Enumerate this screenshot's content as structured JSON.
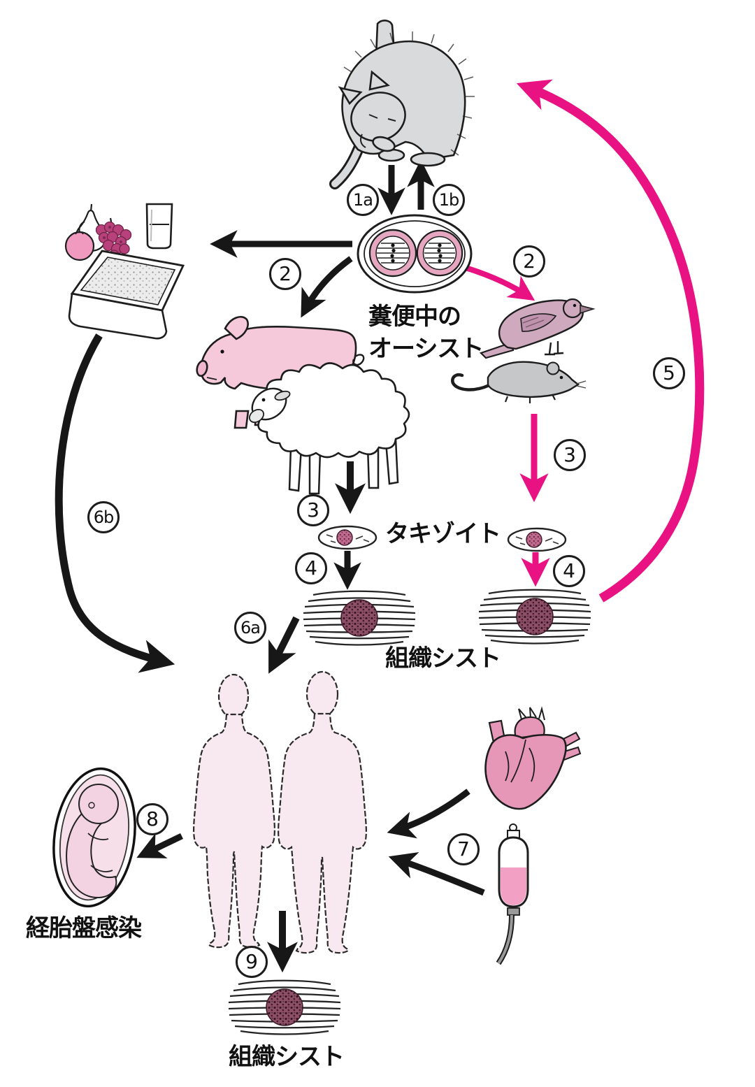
{
  "labels": {
    "oocyst_in_feces": "糞便中の\nオーシスト",
    "tachyzoite": "タキゾイト",
    "tissue_cyst_middle": "組織シスト",
    "tissue_cyst_bottom": "組織シスト",
    "transplacental_infection": "経胎盤感染"
  },
  "steps": {
    "s1a": "1a",
    "s1b": "1b",
    "s2_food": "2",
    "s2_bird": "2",
    "s3_livestock": "3",
    "s3_rodent": "3",
    "s4_livestock": "4",
    "s4_rodent": "4",
    "s5": "5",
    "s6a": "6a",
    "s6b": "6b",
    "s7": "7",
    "s8": "8",
    "s9": "9"
  },
  "colors": {
    "background": "#ffffff",
    "arrow_black": "#171717",
    "arrow_pink": "#e91283",
    "cat_gray": "#d9dadc",
    "mouse_gray": "#c6c7c9",
    "pig_pink": "#f6c9da",
    "bird_mauve": "#cfaabf",
    "human_pink": "#f8e8ef",
    "heart_pink": "#e697b8",
    "blood_pink": "#f2a0c4",
    "oocyst_ring_pink": "#e7a6c0",
    "tissue_cyst_core": "#8c4f66",
    "grape_magenta": "#b8417b",
    "outline_black": "#1d1d1d"
  },
  "illustrations": [
    "cat-grooming",
    "oocyst",
    "apple",
    "pear",
    "grapes",
    "water-glass",
    "litter-box",
    "pig",
    "sheep",
    "pigeon",
    "mouse",
    "tachyzoite-left",
    "tachyzoite-right",
    "tissue-cyst-left",
    "tissue-cyst-right",
    "tissue-cyst-bottom",
    "human-female",
    "human-male",
    "heart",
    "blood-transfusion-bottle",
    "fetus-in-womb"
  ]
}
